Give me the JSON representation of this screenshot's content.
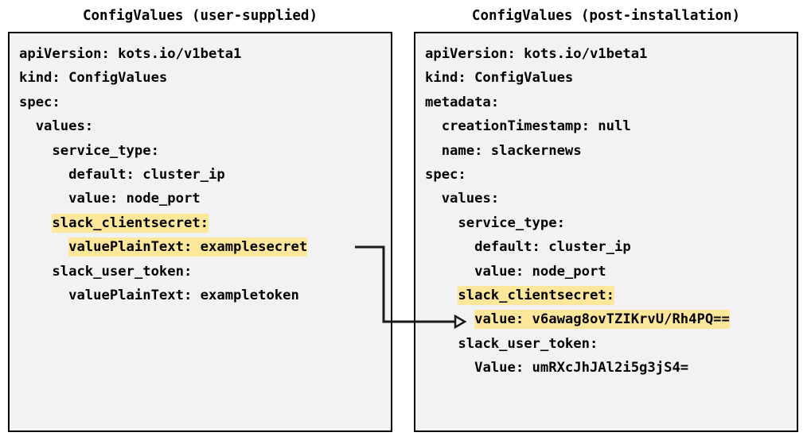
{
  "panels": {
    "left": {
      "title": "ConfigValues (user-supplied)",
      "lines": [
        {
          "text": "apiVersion: kots.io/v1beta1",
          "highlight": false
        },
        {
          "text": "kind: ConfigValues",
          "highlight": false
        },
        {
          "text": "spec:",
          "highlight": false
        },
        {
          "text": "  values:",
          "highlight": false
        },
        {
          "text": "    service_type:",
          "highlight": false
        },
        {
          "text": "      default: cluster_ip",
          "highlight": false
        },
        {
          "text": "      value: node_port",
          "highlight": false
        },
        {
          "text": "    slack_clientsecret:",
          "highlight": true
        },
        {
          "text": "      valuePlainText: examplesecret",
          "highlight": true
        },
        {
          "text": "    slack_user_token:",
          "highlight": false
        },
        {
          "text": "      valuePlainText: exampletoken",
          "highlight": false
        }
      ]
    },
    "right": {
      "title": "ConfigValues (post-installation)",
      "lines": [
        {
          "text": "apiVersion: kots.io/v1beta1",
          "highlight": false
        },
        {
          "text": "kind: ConfigValues",
          "highlight": false
        },
        {
          "text": "metadata:",
          "highlight": false
        },
        {
          "text": "  creationTimestamp: null",
          "highlight": false
        },
        {
          "text": "  name: slackernews",
          "highlight": false
        },
        {
          "text": "spec:",
          "highlight": false
        },
        {
          "text": "  values:",
          "highlight": false
        },
        {
          "text": "    service_type:",
          "highlight": false
        },
        {
          "text": "      default: cluster_ip",
          "highlight": false
        },
        {
          "text": "      value: node_port",
          "highlight": false
        },
        {
          "text": "    slack_clientsecret:",
          "highlight": true
        },
        {
          "text": "      value: v6awag8ovTZIKrvU/Rh4PQ==",
          "highlight": true
        },
        {
          "text": "    slack_user_token:",
          "highlight": false
        },
        {
          "text": "      Value: umRXcJhJAl2i5g3jS4=",
          "highlight": false
        }
      ]
    }
  },
  "connector": {
    "name": "encryption-mapping-arrow",
    "description": "examplesecret maps to encrypted value",
    "color": "#1a1a1a"
  },
  "colors": {
    "highlight": "#fde79a",
    "box_background": "#f2f2f2",
    "box_border": "#000000",
    "text": "#000000"
  }
}
